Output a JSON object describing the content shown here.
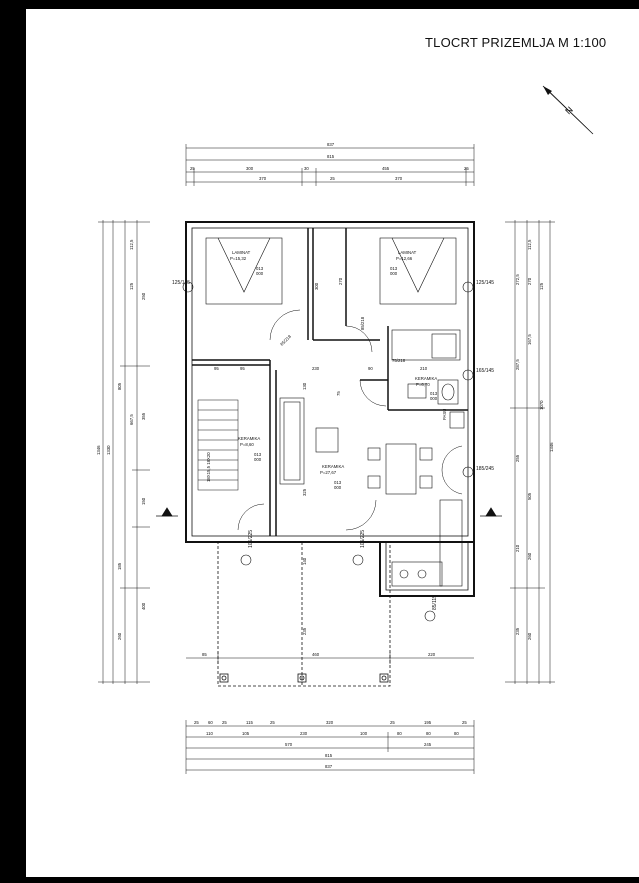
{
  "drawing": {
    "title": "TLOCRT PRIZEMLJA  M 1:100",
    "north_label": "N"
  },
  "rooms": [
    {
      "name": "LAMINAT",
      "area": "P=15,32",
      "finish_1": "013",
      "finish_2": "000"
    },
    {
      "name": "LAMINAT",
      "area": "P=12,66",
      "finish_1": "013",
      "finish_2": "000"
    },
    {
      "name": "KERAMIKA",
      "area": "P=6,70",
      "finish_1": "013",
      "finish_2": "000"
    },
    {
      "name": "KERAMIKA",
      "area": "P=8,60",
      "finish_1": "013",
      "finish_2": "000"
    },
    {
      "name": "KERAMIKA",
      "area": "P=27,67",
      "finish_1": "013",
      "finish_2": "000"
    }
  ],
  "door_tags": [
    "125/145",
    "125/145",
    "165/145",
    "185/245",
    "105/225",
    "105/225",
    "85/115",
    "85/218",
    "75/218",
    "85/218"
  ],
  "top_dims": {
    "row1": "837",
    "row2": "815",
    "row3": [
      "25",
      "300",
      "30",
      "455",
      "25"
    ],
    "row4": [
      "370",
      "25",
      "370"
    ]
  },
  "bottom_dims": {
    "row1": [
      "25",
      "60",
      "25",
      "115",
      "25",
      "320",
      "25",
      "195",
      "25"
    ],
    "row2": [
      "110",
      "105",
      "230",
      "100",
      "80",
      "80",
      "80"
    ],
    "row3": [
      "570",
      "245"
    ],
    "row4": "815",
    "row5": "837"
  },
  "left_dims": {
    "overall": "1346",
    "inner": "1330",
    "parts": [
      "112,5",
      "125",
      "250",
      "25",
      "805",
      "667,5",
      "355",
      "150",
      "25",
      "185",
      "400",
      "260",
      "25"
    ]
  },
  "right_dims": {
    "overall": "1346",
    "inner": "1070",
    "parts": [
      "112,5",
      "272,5",
      "270",
      "125",
      "25",
      "167,5",
      "287,5",
      "55",
      "25",
      "185",
      "310",
      "505",
      "255",
      "210",
      "260",
      "25",
      "235",
      "260"
    ]
  },
  "interior_dims": [
    "95",
    "95",
    "230",
    "130",
    "90",
    "210",
    "75",
    "300",
    "270",
    "140",
    "235",
    "460",
    "85",
    "220",
    "325",
    "55",
    "25"
  ],
  "labels": {
    "pasu": "PASU",
    "stair": "18X15,5 18X20"
  }
}
